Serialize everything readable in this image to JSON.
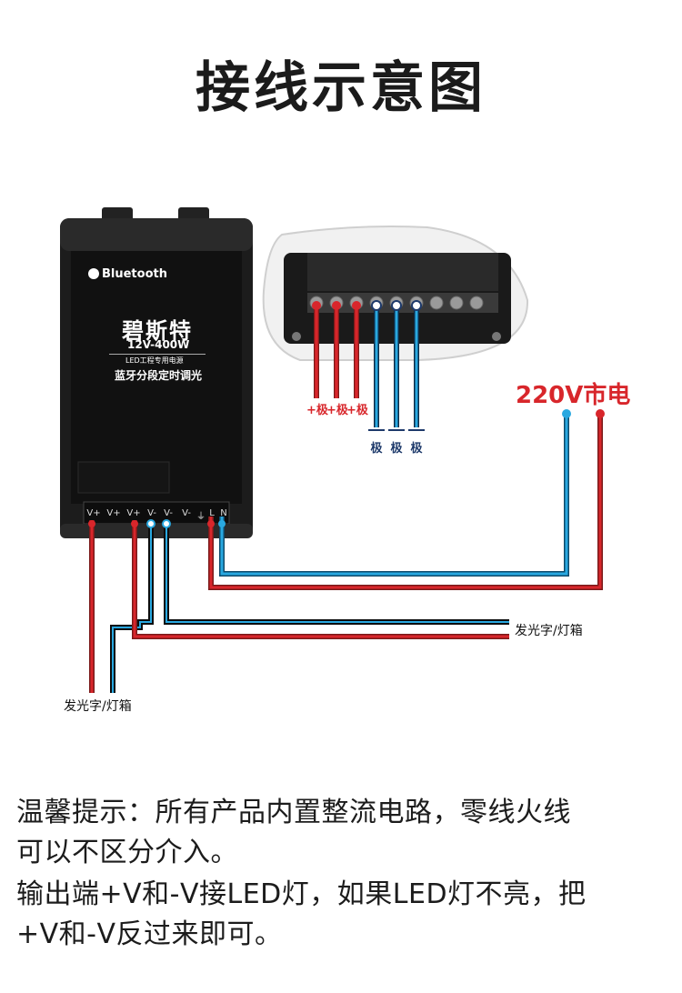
{
  "title": "接线示意图",
  "psu": {
    "bluetooth": "Bluetooth",
    "brand": "碧斯特",
    "model": "12V-400W",
    "subtitle": "LED工程专用电源",
    "feature": "蓝牙分段定时调光",
    "terminals": [
      "V+",
      "V+",
      "V+",
      "V-",
      "V-",
      "V-",
      "⏚",
      "L",
      "N"
    ]
  },
  "mains_label": "220V市电",
  "poles": {
    "positive": [
      "+极",
      "+极",
      "+极"
    ],
    "negative": [
      "极",
      "极",
      "极"
    ]
  },
  "load_label_right": "发光字/灯箱",
  "load_label_left": "发光字/灯箱",
  "notes": [
    "温馨提示：所有产品内置整流电路，零线火线",
    " 可以不区分介入。",
    "输出端+V和-V接LED灯，如果LED灯不亮，把",
    "+V和-V反过来即可。"
  ],
  "colors": {
    "red_wire": "#d8262b",
    "blue_wire": "#29a8e0",
    "black_wire": "#111111"
  }
}
